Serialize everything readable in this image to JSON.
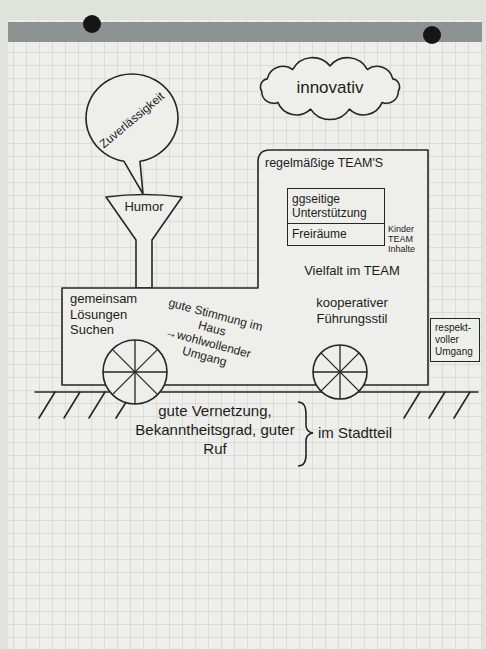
{
  "diagram": {
    "nodes": [
      {
        "text": [
          "innovativ"
        ]
      },
      {
        "text": [
          "Zuverlässigkeit"
        ]
      },
      {
        "text": [
          "Humor"
        ]
      },
      {
        "text": [
          "regelmäßige TEAM'S",
          "gemeinsam Lösungen Suchen",
          "gute Stimmung im Haus →wohlwollender Umgang",
          "Vielfalt im TEAM",
          "kooperativer Führungsstil"
        ]
      },
      {
        "text": [
          "ggseitige Unterstützung"
        ],
        "in": 3
      },
      {
        "text": [
          "Freiräume",
          "Kinder TEAM Inhalte"
        ],
        "in": 3
      },
      {
        "text": [
          "respekt-voller Umgang"
        ]
      }
    ],
    "labels": [
      "gute Vernetzung, Bekanntheitsgrad, guter Ruf",
      "im Stadtteil"
    ]
  }
}
